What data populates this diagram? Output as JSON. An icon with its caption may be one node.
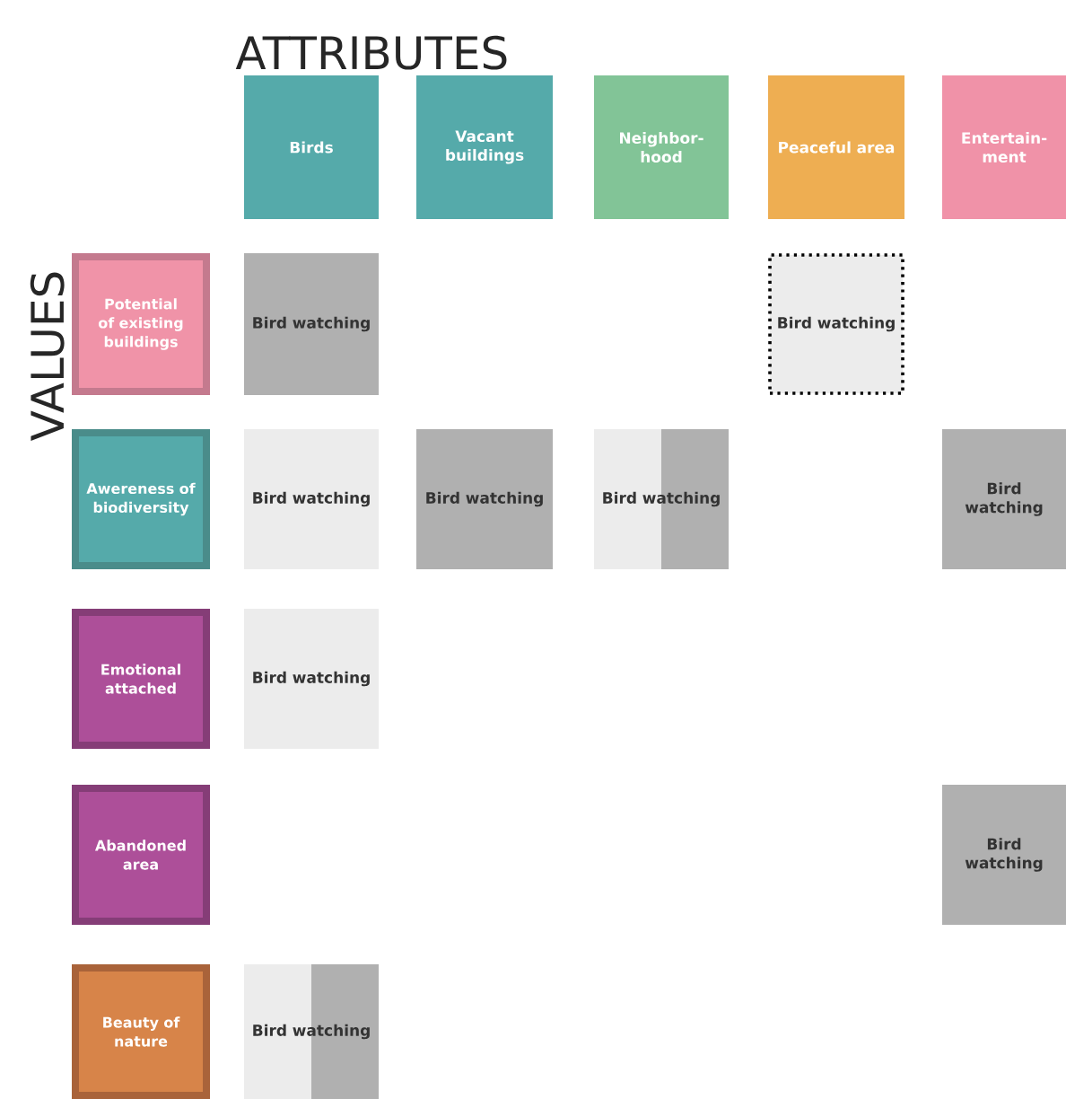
{
  "diagram": {
    "nodes": [
      {
        "text": [
          "Birds"
        ]
      },
      {
        "text": [
          "Vacant buildings"
        ]
      },
      {
        "text": [
          "Neighbor- hood"
        ]
      },
      {
        "text": [
          "Peaceful area"
        ]
      },
      {
        "text": [
          "Entertain- ment"
        ]
      },
      {
        "text": [
          "Potential of existing buildings"
        ]
      },
      {
        "text": [
          "Bird watching"
        ]
      },
      {
        "text": [
          "Bird watching"
        ]
      },
      {
        "text": [
          "Awereness of biodiversity"
        ]
      },
      {
        "text": [
          "Bird watching"
        ]
      },
      {
        "text": [
          "Bird watching"
        ]
      },
      {
        "text": [
          "Bird watching"
        ]
      },
      {
        "text": [
          "Bird watching"
        ]
      },
      {
        "text": [
          "Emotional attached"
        ]
      },
      {
        "text": [
          "Bird watching"
        ]
      },
      {
        "text": [
          "Abandoned area"
        ]
      },
      {
        "text": [
          "Bird watching"
        ]
      },
      {
        "text": [
          "Beauty of nature"
        ]
      },
      {
        "text": [
          "Bird watching"
        ]
      }
    ],
    "labels": [
      "ATTRIBUTES",
      "VALUES"
    ]
  }
}
